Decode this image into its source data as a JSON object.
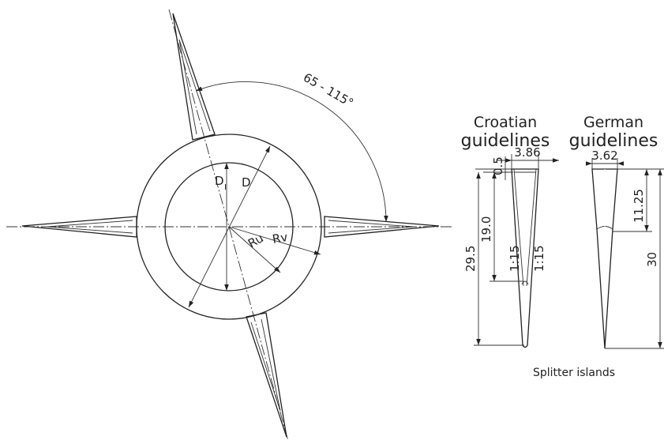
{
  "angle_label": "65 - 115°",
  "labels": {
    "inner_diameter": "D",
    "inner_diameter_sub": "I",
    "outer_diameter": "D",
    "entry_radius": "Rv",
    "exit_radius": "Ru"
  },
  "croatian": {
    "heading_line1": "Croatian",
    "heading_line2": "guidelines",
    "top_width": "3.86",
    "top_offset": "0.5",
    "upper_length": "19.0",
    "total_length": "29.5",
    "slope_left": "1:15",
    "slope_right": "1:15"
  },
  "german": {
    "heading_line1": "German",
    "heading_line2": "guidelines",
    "top_width": "3.62",
    "upper_length": "11.25",
    "total_length": "30"
  },
  "caption": "Splitter islands"
}
